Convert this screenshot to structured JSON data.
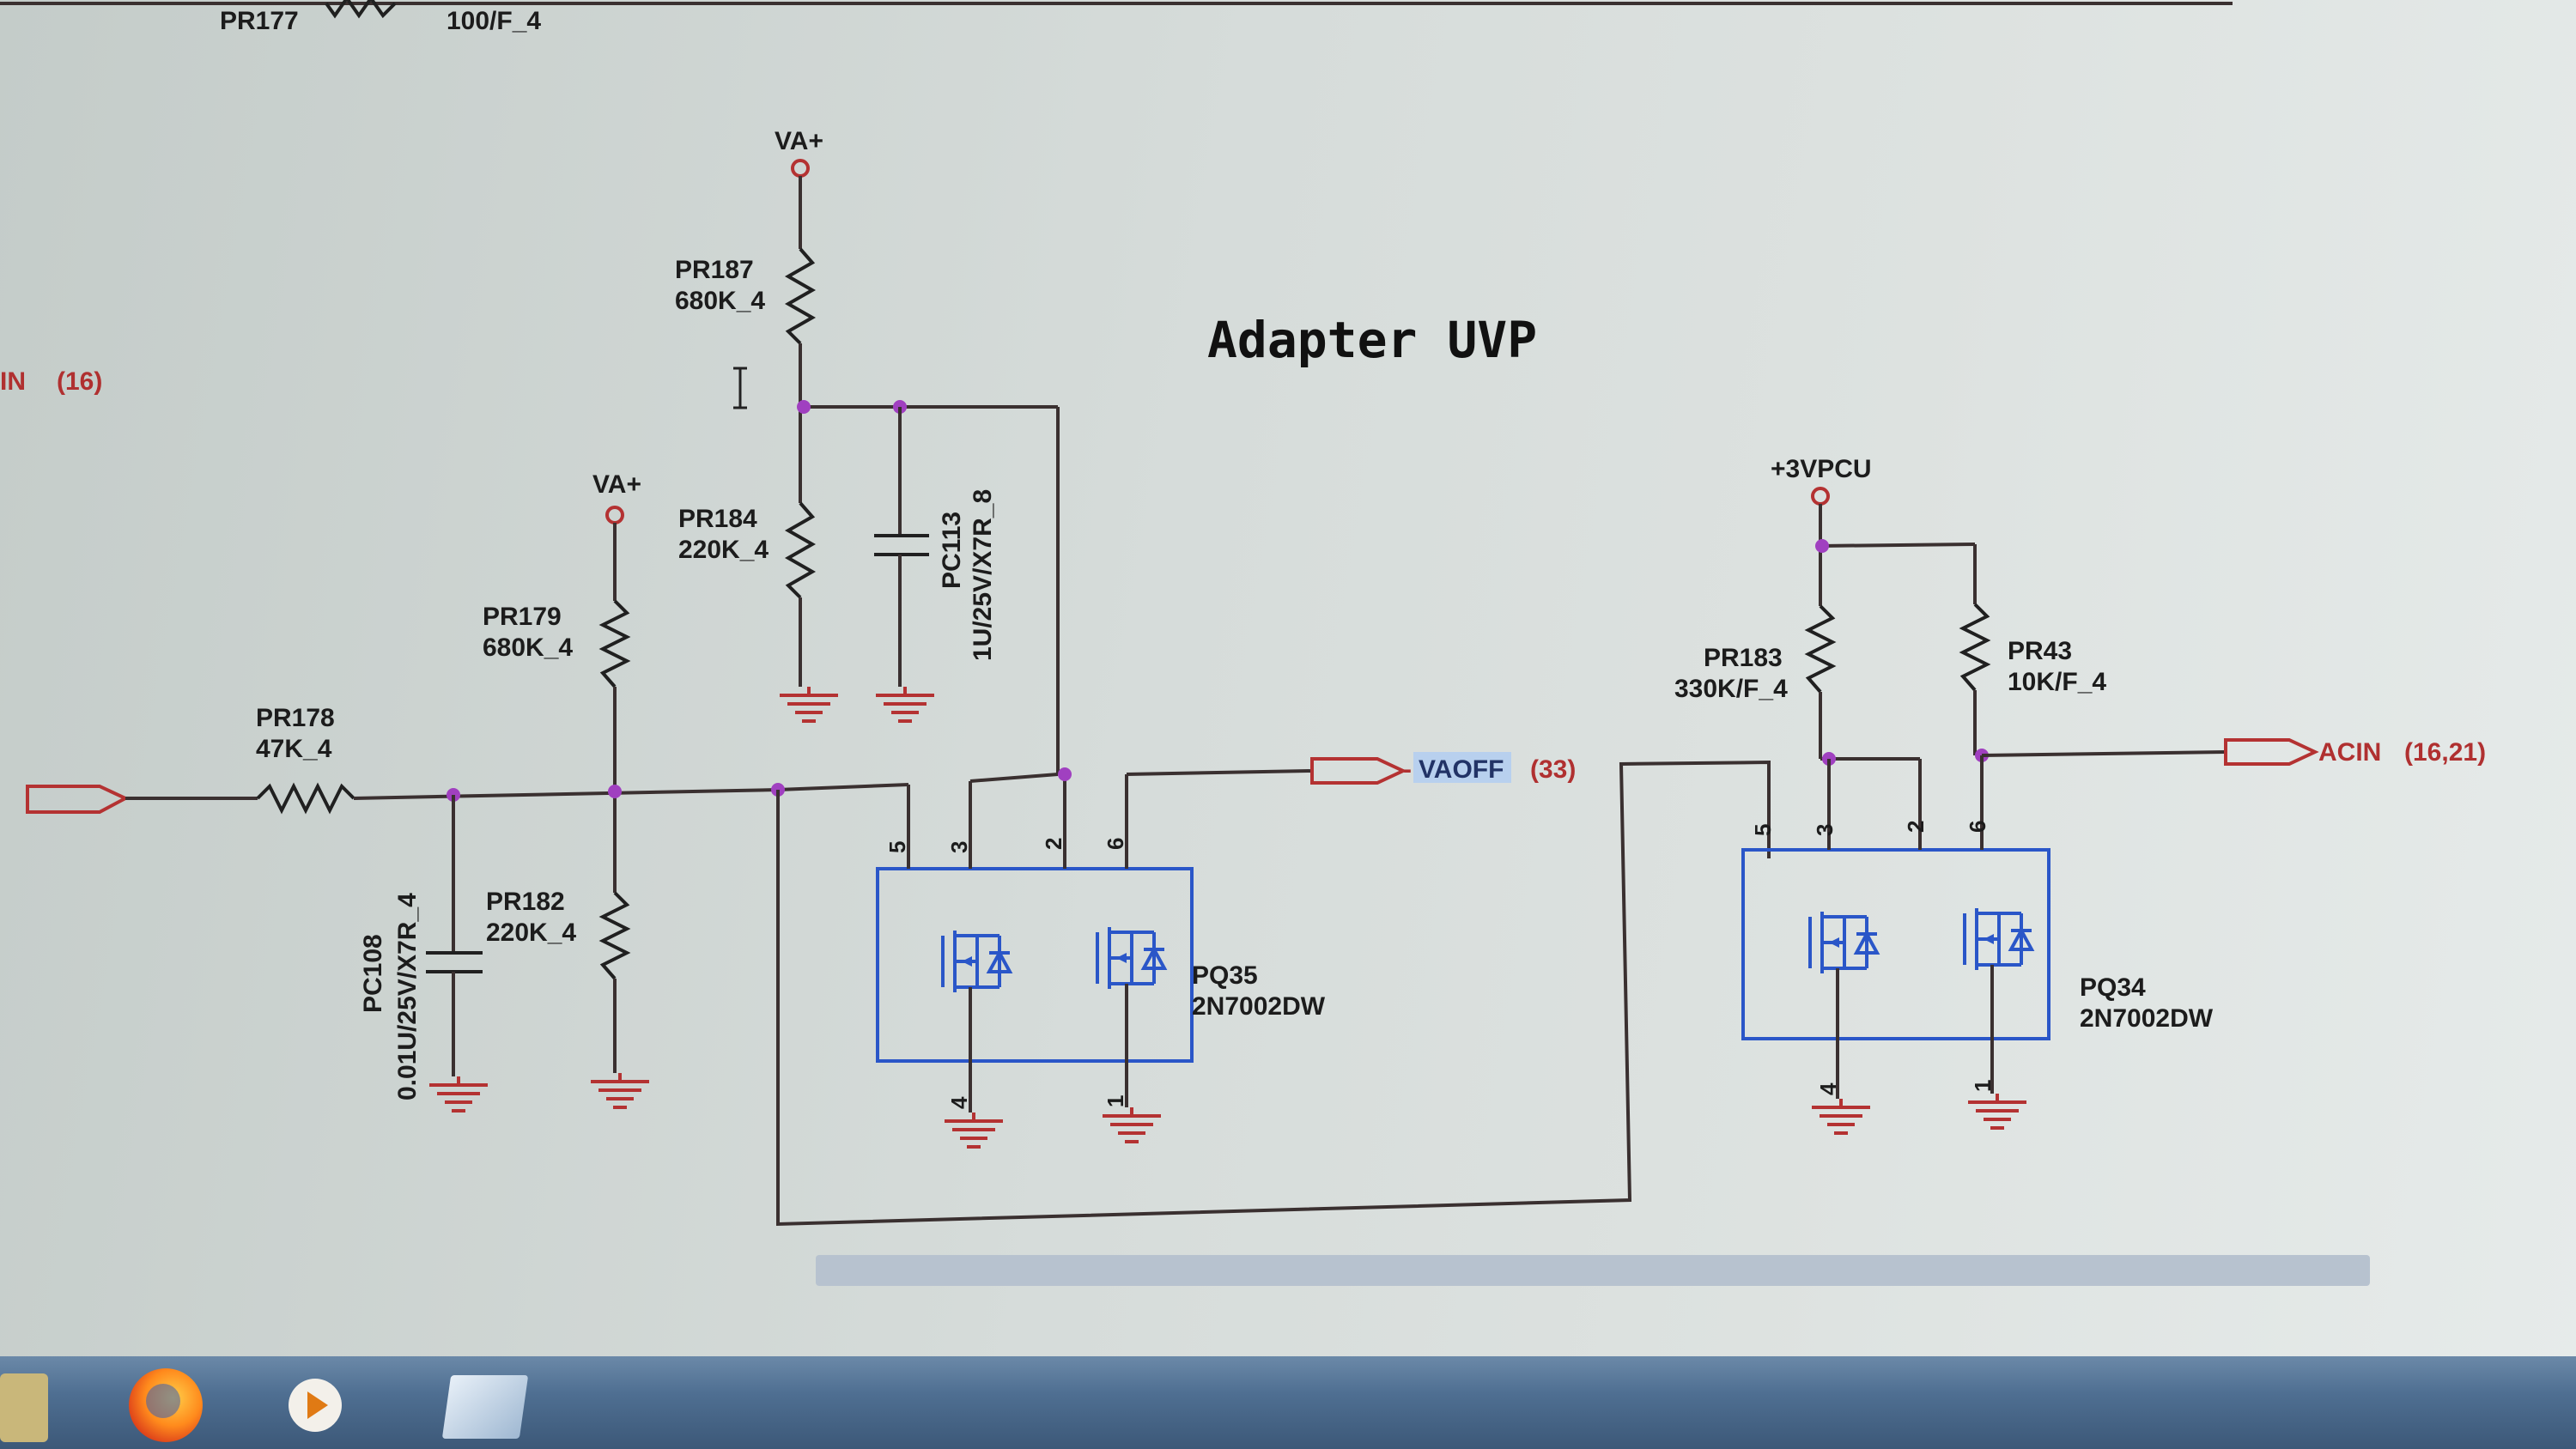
{
  "schematic": {
    "title": "Adapter UVP",
    "top_fragment": {
      "ref": "PR177",
      "value": "100/F_4"
    },
    "left_net": {
      "name": "IN",
      "page": "(16)"
    },
    "power_rails": {
      "va_top": "VA+",
      "va_left": "VA+",
      "v3vpcu": "+3VPCU"
    },
    "resistors": {
      "pr187": {
        "ref": "PR187",
        "value": "680K_4"
      },
      "pr184": {
        "ref": "PR184",
        "value": "220K_4"
      },
      "pr179": {
        "ref": "PR179",
        "value": "680K_4"
      },
      "pr178": {
        "ref": "PR178",
        "value": "47K_4"
      },
      "pr182": {
        "ref": "PR182",
        "value": "220K_4"
      },
      "pr183": {
        "ref": "PR183",
        "value": "330K/F_4"
      },
      "pr43": {
        "ref": "PR43",
        "value": "10K/F_4"
      }
    },
    "capacitors": {
      "pc113": {
        "ref": "PC113",
        "value": "1U/25V/X7R_8"
      },
      "pc108": {
        "ref": "PC108",
        "value": "0.01U/25V/X7R_4"
      }
    },
    "mosfets": {
      "pq35": {
        "ref": "PQ35",
        "part": "2N7002DW",
        "pins": [
          "5",
          "3",
          "2",
          "6",
          "4",
          "1"
        ]
      },
      "pq34": {
        "ref": "PQ34",
        "part": "2N7002DW",
        "pins": [
          "5",
          "3",
          "2",
          "6",
          "4",
          "1"
        ]
      }
    },
    "nets": {
      "vaoff": {
        "name": "VAOFF",
        "page": "(33)"
      },
      "acin": {
        "name": "ACIN",
        "page": "(16,21)"
      }
    }
  },
  "taskbar": {
    "icons": [
      "folder-icon",
      "firefox-icon",
      "media-player-icon",
      "documents-icon"
    ]
  },
  "colors": {
    "background": "#d6dcda",
    "wire": "#3a3030",
    "ground_power": "#b43232",
    "component_box": "#2a56c8",
    "junction": "#a040c0",
    "net_label": "#b03030"
  }
}
